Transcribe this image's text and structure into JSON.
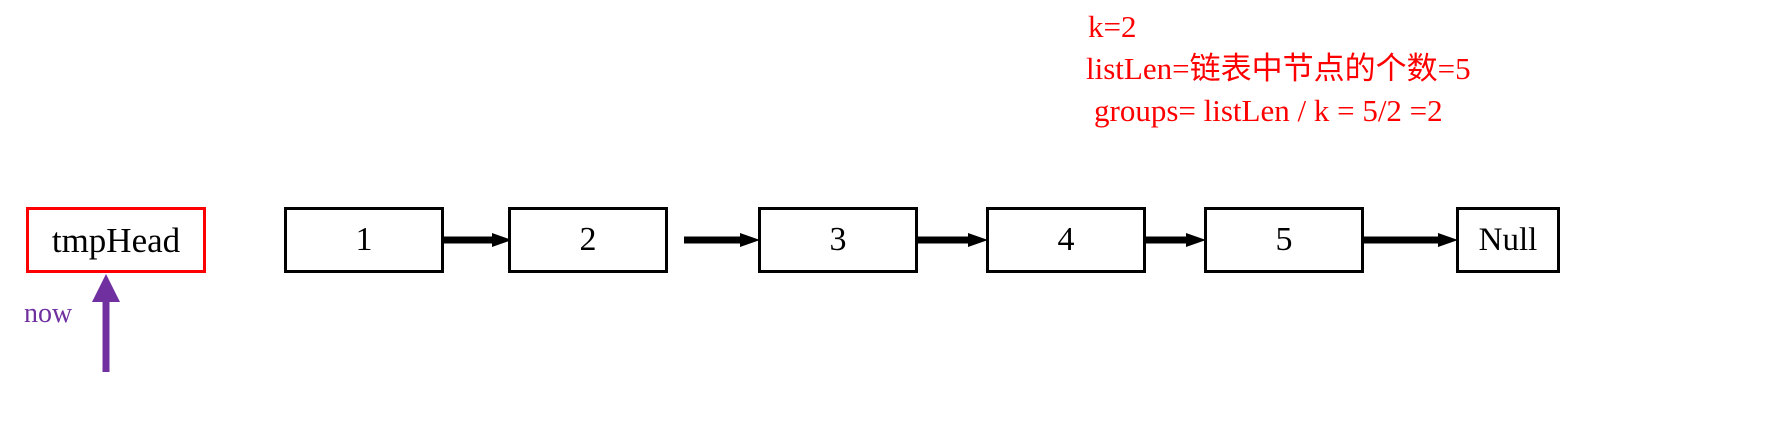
{
  "diagram": {
    "title_text": "",
    "colors": {
      "annotation": "#fe0000",
      "pointer": "#7030a0",
      "node_border": "#000000",
      "background": "#ffffff"
    },
    "annotations": {
      "lines": [
        "k=2",
        "listLen=链表中节点的个数=5",
        "groups= listLen / k = 5/2 =2"
      ]
    },
    "tmp_head": {
      "label": "tmpHead"
    },
    "pointer": {
      "label": "now"
    },
    "list": {
      "nodes": [
        {
          "value": "1"
        },
        {
          "value": "2"
        },
        {
          "value": "3"
        },
        {
          "value": "4"
        },
        {
          "value": "5"
        },
        {
          "value": "Null"
        }
      ]
    }
  }
}
